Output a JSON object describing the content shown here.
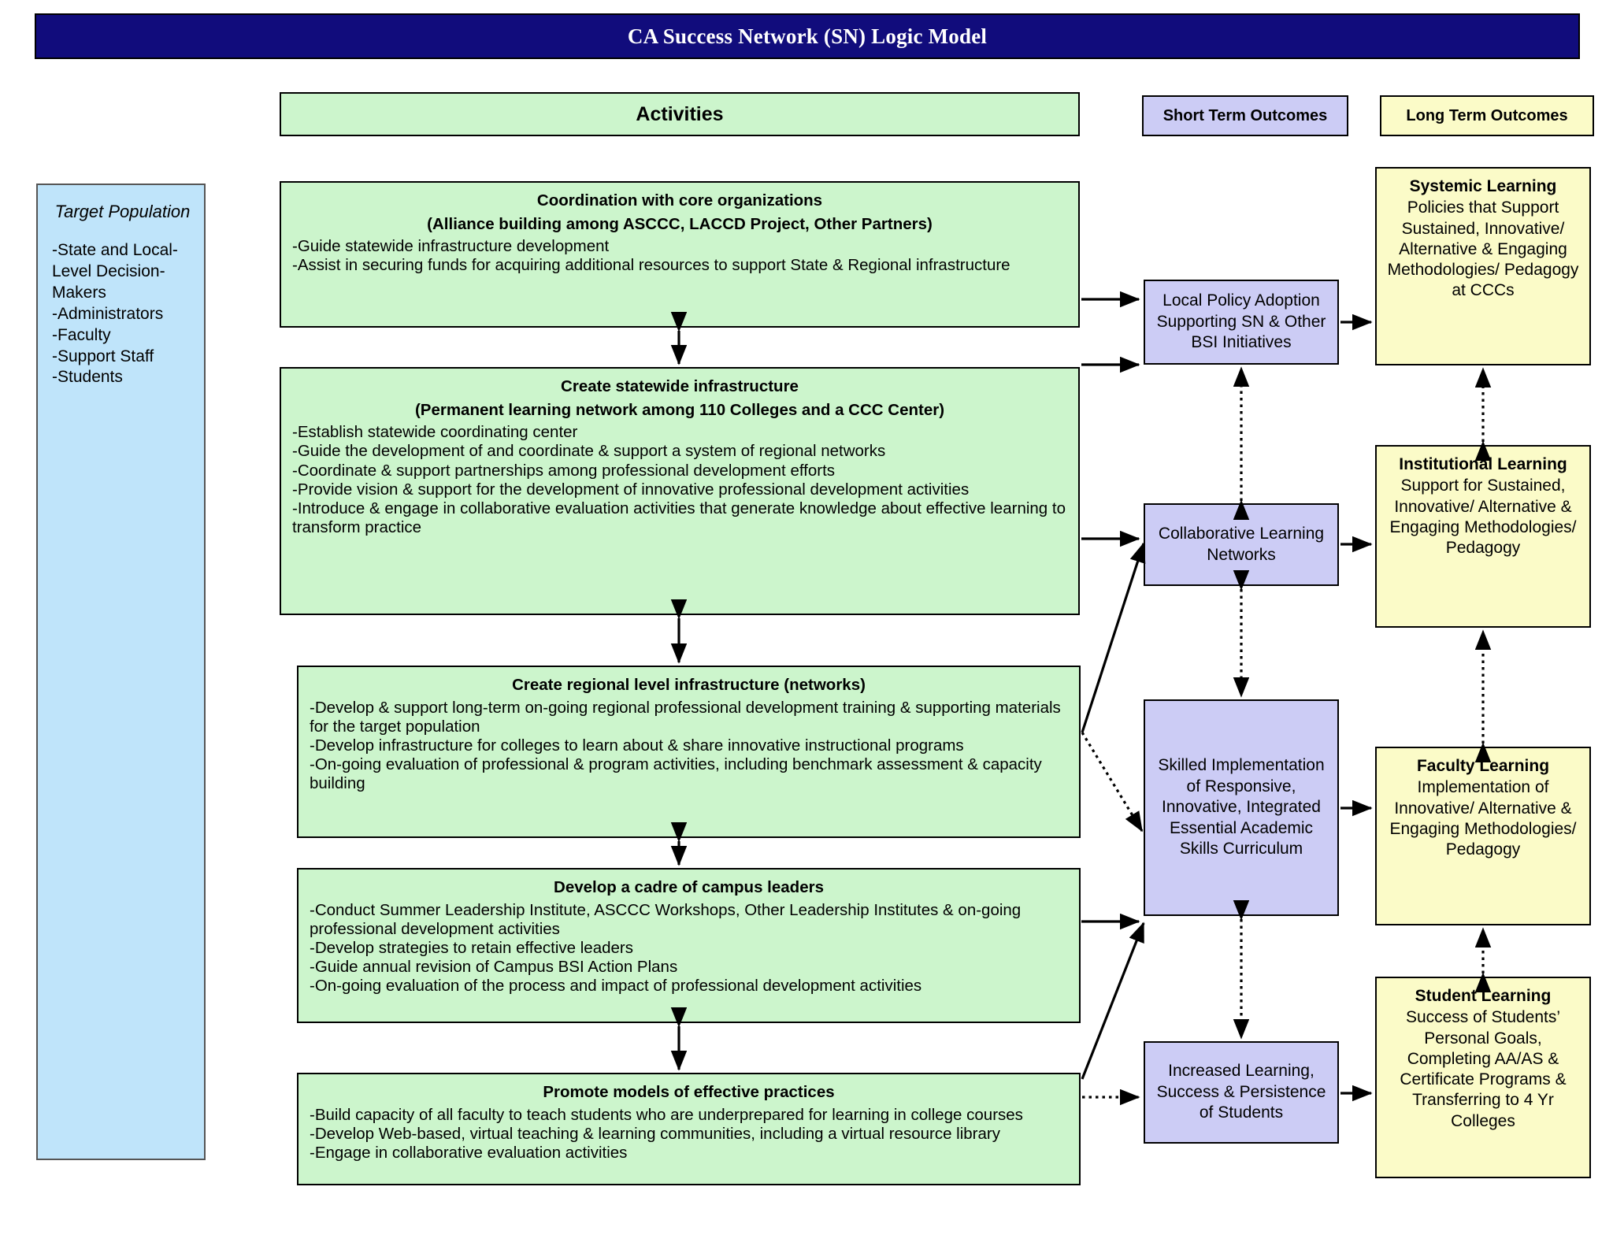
{
  "title": "CA Success Network (SN) Logic Model",
  "column_headers": {
    "activities": "Activities",
    "short_term": "Short Term Outcomes",
    "long_term": "Long Term Outcomes"
  },
  "target_population": {
    "title": "Target Population",
    "items": [
      "-State and Local-Level Decision-Makers",
      "-Administrators",
      "-Faculty",
      "-Support Staff",
      "-Students"
    ]
  },
  "activities": [
    {
      "title_line1": "Coordination with core organizations",
      "title_line2": "(Alliance building among ASCCC, LACCD Project, Other Partners)",
      "bullets": [
        "-Guide statewide infrastructure development",
        "-Assist in securing funds for acquiring additional resources to support State & Regional infrastructure"
      ]
    },
    {
      "title_line1": "Create statewide infrastructure",
      "title_line2": "(Permanent learning network among 110 Colleges and a CCC Center)",
      "bullets": [
        "-Establish statewide coordinating center",
        "-Guide the development of and coordinate & support a system of regional networks",
        "-Coordinate & support partnerships among professional development efforts",
        "-Provide vision & support for the development of innovative professional development activities",
        "-Introduce & engage in collaborative evaluation activities that generate knowledge about effective learning to transform practice"
      ]
    },
    {
      "title_line1": "Create regional level infrastructure (networks)",
      "title_line2": "",
      "bullets": [
        "-Develop & support long-term on-going regional professional development training & supporting materials for the target population",
        "-Develop infrastructure for colleges to learn about & share innovative instructional programs",
        "-On-going evaluation of professional & program activities, including benchmark assessment & capacity building"
      ]
    },
    {
      "title_line1": "Develop a cadre of campus leaders",
      "title_line2": "",
      "bullets": [
        "-Conduct Summer Leadership Institute, ASCCC Workshops, Other Leadership Institutes & on-going professional development activities",
        "-Develop strategies to retain effective leaders",
        "-Guide annual revision of Campus BSI Action Plans",
        "-On-going evaluation of the process and impact of professional development activities"
      ]
    },
    {
      "title_line1": "Promote models of effective practices",
      "title_line2": "",
      "bullets": [
        "-Build capacity of all faculty to teach students who are underprepared for learning in college courses",
        "-Develop Web-based, virtual teaching & learning communities, including a virtual resource library",
        "-Engage in collaborative evaluation activities"
      ]
    }
  ],
  "short_term_outcomes": [
    "Local Policy Adoption Supporting SN & Other BSI Initiatives",
    "Collaborative Learning Networks",
    "Skilled Implementation of Responsive, Innovative, Integrated Essential Academic Skills Curriculum",
    "Increased Learning, Success & Persistence of Students"
  ],
  "long_term_outcomes": [
    {
      "title": "Systemic Learning",
      "body": "Policies that Support Sustained, Innovative/ Alternative & Engaging Methodologies/ Pedagogy at CCCs"
    },
    {
      "title": "Institutional Learning",
      "body": "Support for Sustained, Innovative/ Alternative & Engaging Methodologies/ Pedagogy"
    },
    {
      "title": "Faculty Learning",
      "body": "Implementation of Innovative/ Alternative & Engaging Methodologies/ Pedagogy"
    },
    {
      "title": "Student Learning",
      "body": "Success of Students’ Personal Goals, Completing AA/AS & Certificate Programs & Transferring to 4 Yr Colleges"
    }
  ],
  "colors": {
    "title_bar": "#110c7c",
    "activities_fill": "#ccf5cc",
    "short_term_fill": "#ccccf5",
    "long_term_fill": "#fbfbc8",
    "target_population_fill": "#bfe4fa",
    "stroke": "#000000"
  }
}
